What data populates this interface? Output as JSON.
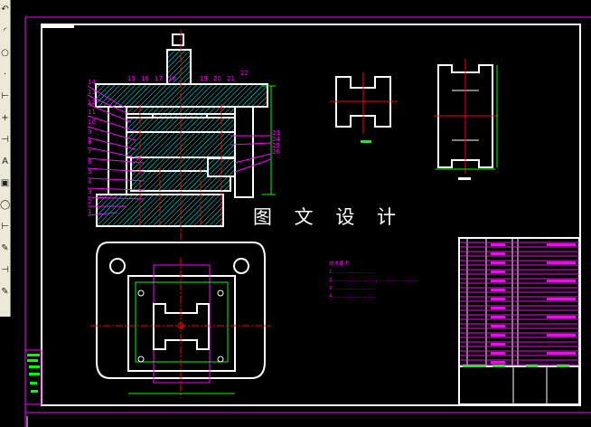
{
  "toolbar": {
    "icons": [
      "undo-icon",
      "arc-icon",
      "circle-icon",
      "point-icon",
      "dim-linear-icon",
      "dim-point-icon",
      "dim-baseline-icon",
      "text-icon",
      "block-icon",
      "ellipse-icon",
      "dim-continue-icon",
      "edit-icon",
      "dim-arrow-icon",
      "pencil-icon"
    ]
  },
  "drawing": {
    "watermark": "图 文 设 计",
    "colors": {
      "background": "#000000",
      "outline": "#ffffff",
      "hatch": "#00ffff",
      "centerline": "#ff0000",
      "annotation": "#ff00ff",
      "dimension": "#00ff00"
    },
    "part_numbers_left": [
      "14",
      "13",
      "12",
      "11",
      "10",
      "9",
      "8",
      "7",
      "6",
      "5",
      "4",
      "3",
      "2",
      "1"
    ],
    "part_numbers_top": [
      "15",
      "16",
      "17",
      "18",
      "19",
      "20",
      "21",
      "22"
    ],
    "part_numbers_right": [
      "23",
      "24",
      "25",
      "26"
    ],
    "notes": {
      "title": "技术要求",
      "items": [
        "1. ……………………",
        "2. ……………………，……………………",
        "3. ……………………",
        "4. ……………………"
      ]
    }
  }
}
